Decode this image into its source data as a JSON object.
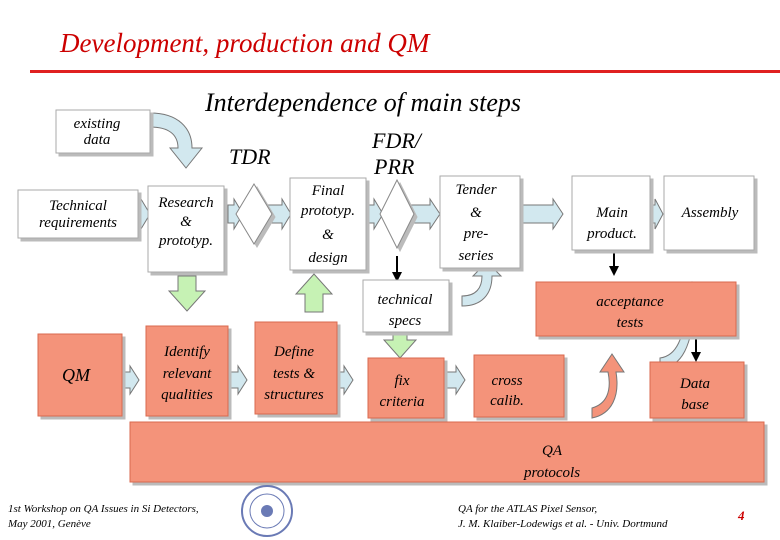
{
  "header": {
    "title": "Development, production and QM"
  },
  "diagram": {
    "subtitle": "Interdependence of main steps",
    "milestones": {
      "tdr": "TDR",
      "fdr_line1": "FDR/",
      "fdr_line2": "PRR"
    },
    "boxes": {
      "existing_data": [
        "existing",
        "data"
      ],
      "technical_requirements": [
        "Technical",
        "requirements"
      ],
      "research": [
        "Research",
        "&",
        "prototyp."
      ],
      "final_prototype": [
        "Final",
        "prototyp.",
        "&",
        "design"
      ],
      "tender": [
        "Tender",
        "&",
        "pre-",
        "series"
      ],
      "main_product": [
        "Main",
        "product."
      ],
      "assembly": [
        "Assembly"
      ],
      "technical_specs": [
        "technical",
        "specs"
      ],
      "acceptance_tests": [
        "acceptance",
        "tests"
      ],
      "qm": [
        "QM"
      ],
      "identify": [
        "Identify",
        "relevant",
        "qualities"
      ],
      "define": [
        "Define",
        "tests &",
        "structures"
      ],
      "fix_criteria": [
        "fix",
        "criteria"
      ],
      "cross_calib": [
        "cross",
        "calib."
      ],
      "database": [
        "Data",
        "base"
      ],
      "qa_protocols": [
        "QA",
        "protocols"
      ]
    }
  },
  "footer": {
    "left_line1": "1st Workshop on QA Issues in Si Detectors,",
    "left_line2": "May 2001, Genève",
    "right_line1": "QA for the ATLAS Pixel Sensor,",
    "right_line2": "J. M. Klaiber-Lodewigs et al. - Univ. Dortmund",
    "page_number": "4"
  },
  "colors": {
    "title_red": "#cc0000",
    "salmon": "#f4937a",
    "salmon_dark": "#d9694f",
    "arrow_blue": "#d2e8ef",
    "arrow_green": "#c6f2b4",
    "rule_red": "#e02020"
  }
}
